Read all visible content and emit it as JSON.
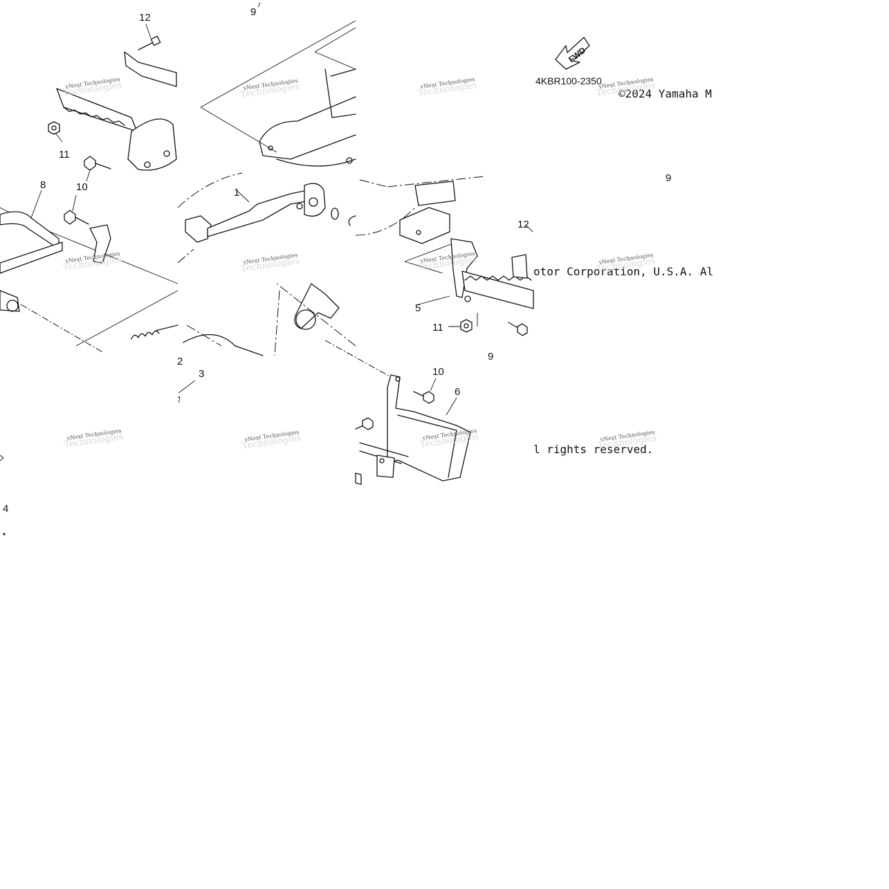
{
  "diagram": {
    "part_code": "4KBR100-2350",
    "copyright_lines": [
      "©2024 Yamaha M",
      "otor Corporation, U.S.A. Al",
      "l rights reserved."
    ],
    "fwd_label": "FWD",
    "watermark": {
      "line1": "vNext Technologies",
      "line2": "Technologies"
    },
    "callouts": [
      "12",
      "11",
      "10",
      "8",
      "9",
      "1",
      "2",
      "3",
      "4",
      "5",
      "6",
      "9",
      "10",
      "11",
      "12",
      "9"
    ]
  }
}
